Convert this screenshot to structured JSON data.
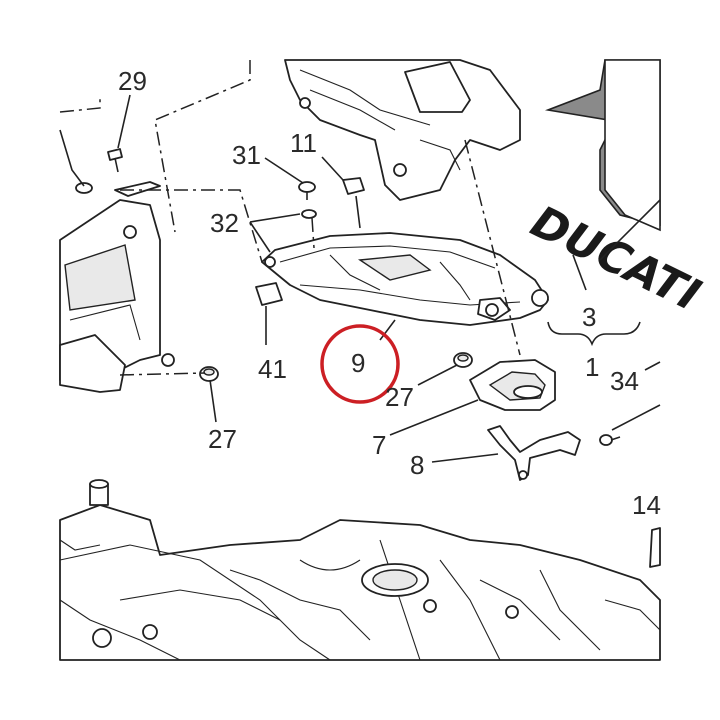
{
  "labels": {
    "p29": "29",
    "p31": "31",
    "p11": "11",
    "p32": "32",
    "p41": "41",
    "p9": "9",
    "p27a": "27",
    "p27b": "27",
    "p7": "7",
    "p8": "8",
    "p3": "3",
    "p1": "1",
    "p34": "34",
    "p14": "14"
  },
  "brand_text": "DUCATI",
  "highlight": {
    "part": "9",
    "color": "#cc1f24"
  },
  "colors": {
    "line": "#222222",
    "fairing_dark": "#8a8a8a"
  }
}
